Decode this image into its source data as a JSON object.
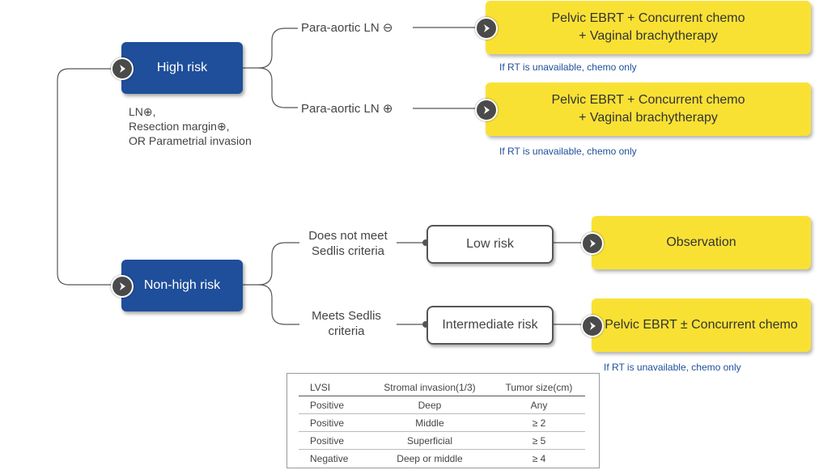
{
  "risk_groups": {
    "high": {
      "label": "High risk",
      "criteria": [
        "LN⊕,",
        "Resection margin⊕,",
        "OR Parametrial invasion"
      ]
    },
    "non_high": {
      "label": "Non-high risk"
    }
  },
  "branches": {
    "para_neg": "Para-aortic LN ⊖",
    "para_pos": "Para-aortic LN ⊕",
    "no_sedlis": [
      "Does not meet",
      "Sedlis criteria"
    ],
    "sedlis": [
      "Meets Sedlis",
      "criteria"
    ]
  },
  "intermediate_boxes": {
    "low": "Low risk",
    "intermediate": "Intermediate risk"
  },
  "outcomes": {
    "high_neg": [
      "Pelvic EBRT + Concurrent chemo",
      "+ Vaginal brachytherapy"
    ],
    "high_pos": [
      "Pelvic EBRT + Concurrent chemo",
      "+ Vaginal brachytherapy"
    ],
    "low": "Observation",
    "intermediate": "Pelvic EBRT ± Concurrent chemo"
  },
  "notes": {
    "high_neg": "If RT is unavailable, chemo only",
    "high_pos": "If RT is unavailable, chemo only",
    "intermediate": "If RT is unavailable, chemo only"
  },
  "sedlis_table": {
    "headers": [
      "LVSI",
      "Stromal invasion(1/3)",
      "Tumor size(cm)"
    ],
    "rows": [
      [
        "Positive",
        "Deep",
        "Any"
      ],
      [
        "Positive",
        "Middle",
        "≥ 2"
      ],
      [
        "Positive",
        "Superficial",
        "≥ 5"
      ],
      [
        "Negative",
        "Deep or middle",
        "≥ 4"
      ]
    ]
  },
  "colors": {
    "risk_box": "#1f4e9a",
    "outcome_box": "#f9e134",
    "note_text": "#1f4e9a",
    "arrow": "#4a4a4a"
  }
}
